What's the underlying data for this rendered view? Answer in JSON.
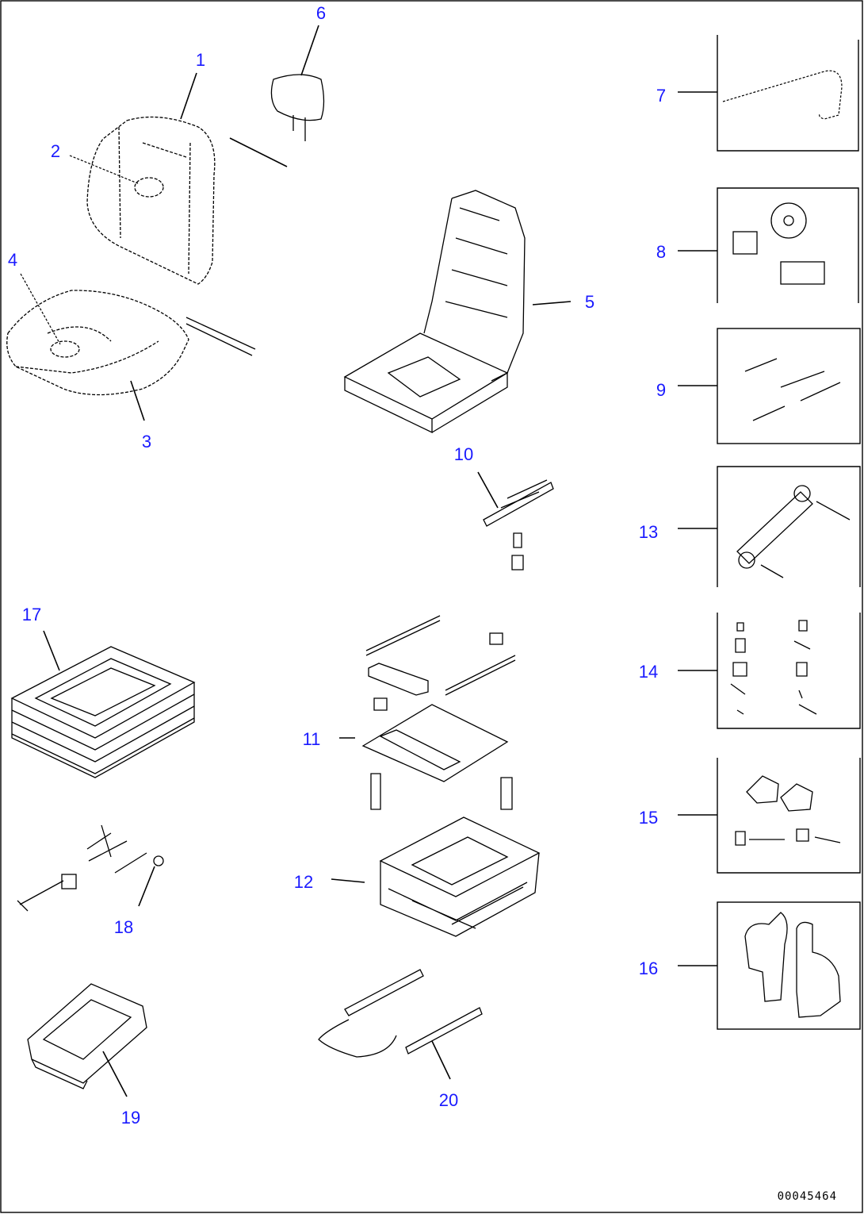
{
  "diagram": {
    "drawing_code": "00045464",
    "parts": [
      {
        "id": "1",
        "label": "1"
      },
      {
        "id": "2",
        "label": "2"
      },
      {
        "id": "3",
        "label": "3"
      },
      {
        "id": "4",
        "label": "4"
      },
      {
        "id": "5",
        "label": "5"
      },
      {
        "id": "6",
        "label": "6"
      },
      {
        "id": "7",
        "label": "7"
      },
      {
        "id": "8",
        "label": "8"
      },
      {
        "id": "9",
        "label": "9"
      },
      {
        "id": "10",
        "label": "10"
      },
      {
        "id": "11",
        "label": "11"
      },
      {
        "id": "12",
        "label": "12"
      },
      {
        "id": "13",
        "label": "13"
      },
      {
        "id": "14",
        "label": "14"
      },
      {
        "id": "15",
        "label": "15"
      },
      {
        "id": "16",
        "label": "16"
      },
      {
        "id": "17",
        "label": "17"
      },
      {
        "id": "18",
        "label": "18"
      },
      {
        "id": "19",
        "label": "19"
      },
      {
        "id": "20",
        "label": "20"
      }
    ],
    "colors": {
      "callout": "#1a1aff",
      "line": "#000000",
      "background": "#ffffff"
    }
  }
}
